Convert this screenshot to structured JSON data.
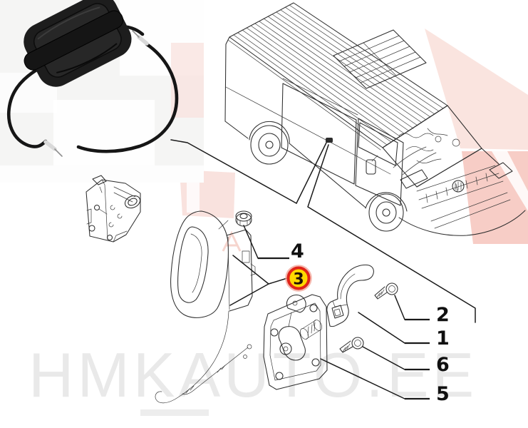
{
  "watermark": {
    "bottom_text": "HMKAUTO.EE"
  },
  "callouts": {
    "c1": {
      "label": "1"
    },
    "c2": {
      "label": "2"
    },
    "c3": {
      "label": "3"
    },
    "c4": {
      "label": "4"
    },
    "c5": {
      "label": "5"
    },
    "c6": {
      "label": "6"
    }
  },
  "colors": {
    "callout_ring": "#e02418",
    "callout_halo": "#f2a89c",
    "callout_fill": "#ffd900",
    "callout_digit": "#231003",
    "line_color": "#2d2d2d",
    "watermark_text_color": "#e9e9e9",
    "watermark_pink": "#f0b4a8",
    "photo_bg": "#f5f5f4",
    "handle_color": "#1d1d1d"
  }
}
